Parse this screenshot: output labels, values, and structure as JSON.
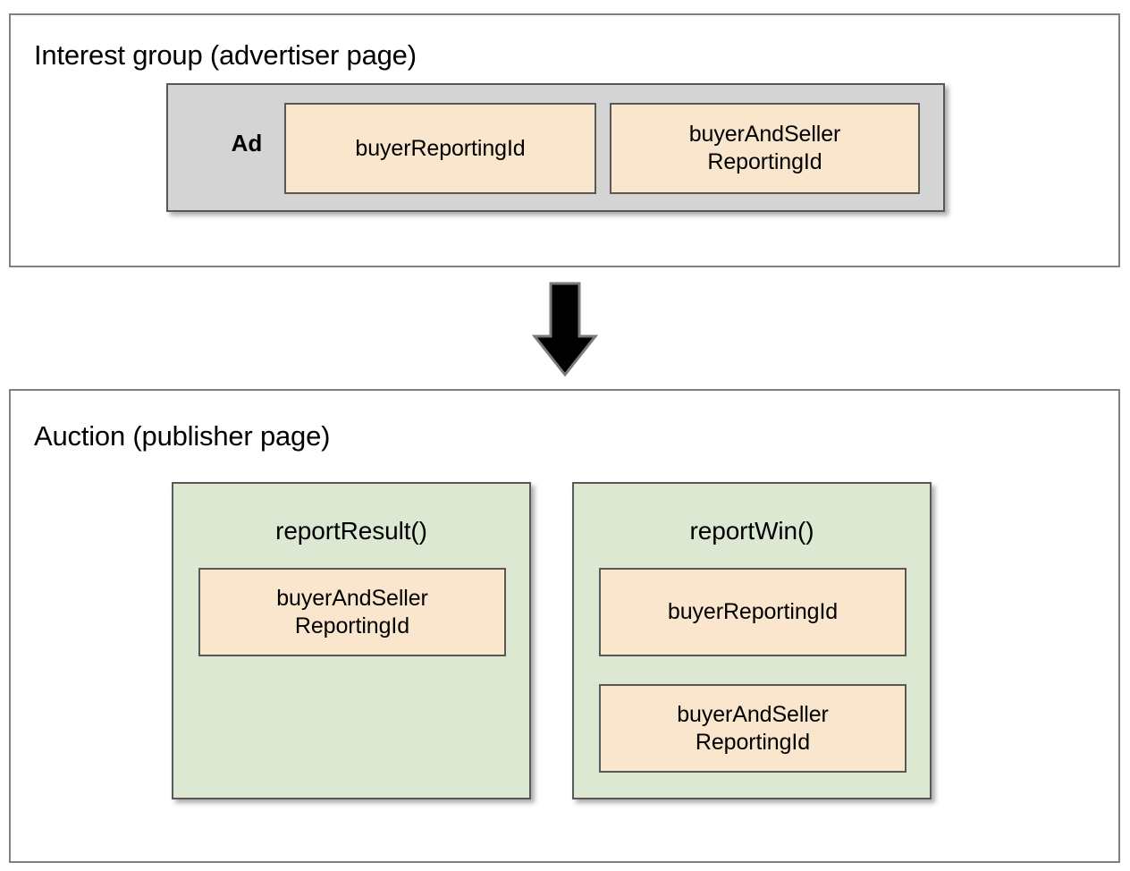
{
  "diagram": {
    "title_interest_group": "Interest group (advertiser page)",
    "title_auction": "Auction (publisher page)",
    "flow_arrow_icon": "arrow-down-icon"
  },
  "interest_group": {
    "ad_label": "Ad",
    "chips": [
      {
        "label": "buyerReportingId"
      },
      {
        "label": "buyerAndSeller\nReportingId"
      }
    ]
  },
  "auction": {
    "functions": [
      {
        "name": "reportResult()",
        "chips": [
          {
            "label": "buyerAndSeller\nReportingId"
          }
        ]
      },
      {
        "name": "reportWin()",
        "chips": [
          {
            "label": "buyerReportingId"
          },
          {
            "label": "buyerAndSeller\nReportingId"
          }
        ]
      }
    ]
  },
  "colors": {
    "chip_fill": "#FAE5CD",
    "ad_group_fill": "#D4D4D4",
    "function_fill": "#DCE8D1",
    "box_border": "#585858",
    "section_border": "#808080",
    "arrow_fill": "#000000",
    "arrow_stroke": "#7A7A7A",
    "background": "#FFFFFF"
  }
}
